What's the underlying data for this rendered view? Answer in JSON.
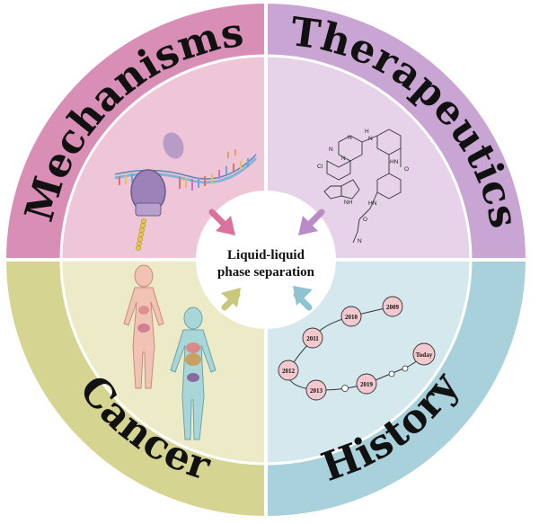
{
  "center": {
    "line1": "Liquid-liquid",
    "line2": "phase separation"
  },
  "quadrants": {
    "mechanisms": {
      "label": "Mechanisms",
      "outer_color": "#d98fb5",
      "inner_color": "#efc6d8"
    },
    "therapeutics": {
      "label": "Therapeutics",
      "outer_color": "#c9a5d3",
      "inner_color": "#e6d3ea"
    },
    "cancer": {
      "label": "Cancer",
      "outer_color": "#d6d491",
      "inner_color": "#eceac7"
    },
    "history": {
      "label": "History",
      "outer_color": "#a9d1db",
      "inner_color": "#d4e8ee"
    }
  },
  "arrows": {
    "mechanisms": "#d9739e",
    "therapeutics": "#b98cc9",
    "cancer": "#c9c77a",
    "history": "#8fc3d1"
  },
  "timeline": {
    "years": [
      "2009",
      "2010",
      "2011",
      "2012",
      "2013",
      "2019",
      "Today"
    ]
  },
  "chemistry": {
    "atoms": [
      "N",
      "N",
      "H",
      "N",
      "Cl",
      "N",
      "NH",
      "O",
      "HN",
      "HN",
      "O",
      "N"
    ]
  }
}
